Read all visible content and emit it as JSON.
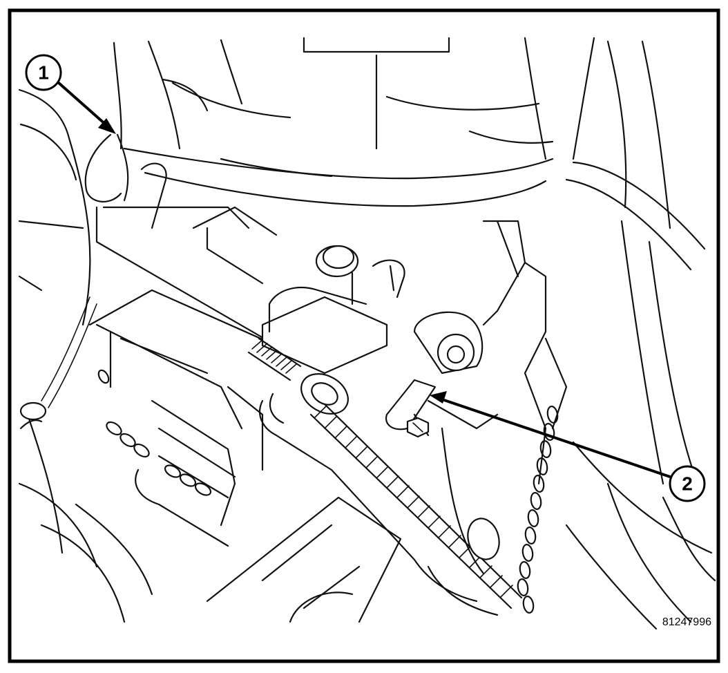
{
  "callouts": [
    {
      "id": "callout-1",
      "label": "1"
    },
    {
      "id": "callout-2",
      "label": "2"
    }
  ],
  "figure_id": "81247996",
  "colors": {
    "line": "#111111",
    "background": "#ffffff"
  }
}
